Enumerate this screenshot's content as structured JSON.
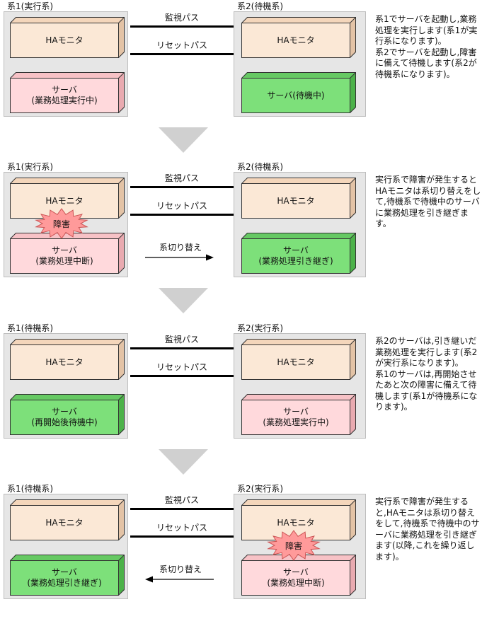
{
  "labels": {
    "monitor_path": "監視パス",
    "reset_path": "リセットパス",
    "ha_monitor": "HAモニタ",
    "failure": "障害",
    "switch": "系切り替え",
    "server": "サーバ"
  },
  "sections": [
    {
      "left_title": "系1(実行系)",
      "right_title": "系2(待機系)",
      "left_server_lines": [
        "サーバ",
        "(業務処理実行中)"
      ],
      "right_server_lines": [
        "サーバ(待機中)"
      ],
      "description": [
        "系1でサーバを起動し,業務処理を実行します(系1が実行系になります)。",
        "系2でサーバを起動し,障害に備えて待機します(系2が待機系になります)。"
      ]
    },
    {
      "left_title": "系1(実行系)",
      "right_title": "系2(待機系)",
      "left_server_lines": [
        "サーバ",
        "(業務処理中断)"
      ],
      "right_server_lines": [
        "サーバ",
        "(業務処理引き継ぎ)"
      ],
      "description": [
        "実行系で障害が発生するとHAモニタは系切り替えをして,待機系で待機中のサーバに業務処理を引き継ぎます。"
      ]
    },
    {
      "left_title": "系1(待機系)",
      "right_title": "系2(実行系)",
      "left_server_lines": [
        "サーバ",
        "(再開始後待機中)"
      ],
      "right_server_lines": [
        "サーバ",
        "(業務処理実行中)"
      ],
      "description": [
        "系2のサーバは,引き継いだ業務処理を実行します(系2が実行系になります)。",
        "系1のサーバは,再開始させたあと次の障害に備えて待機します(系1が待機系になります)。"
      ]
    },
    {
      "left_title": "系1(待機系)",
      "right_title": "系2(実行系)",
      "left_server_lines": [
        "サーバ",
        "(業務処理引き継ぎ)"
      ],
      "right_server_lines": [
        "サーバ",
        "(業務処理中断)"
      ],
      "description": [
        "実行系で障害が発生すると,HAモニタは系切り替えをして,待機系で待機中のサーバに業務処理を引き継ぎます(以降,これを繰り返します)。"
      ]
    }
  ],
  "colors": {
    "panel": "#e6e6e6",
    "ha_monitor_box": "#fbe8d6",
    "active_server": "#ffd9dc",
    "standby_server": "#7de07a",
    "failure_burst": "#ff9a9a",
    "arrow_triangle": "#d0d0d0"
  }
}
